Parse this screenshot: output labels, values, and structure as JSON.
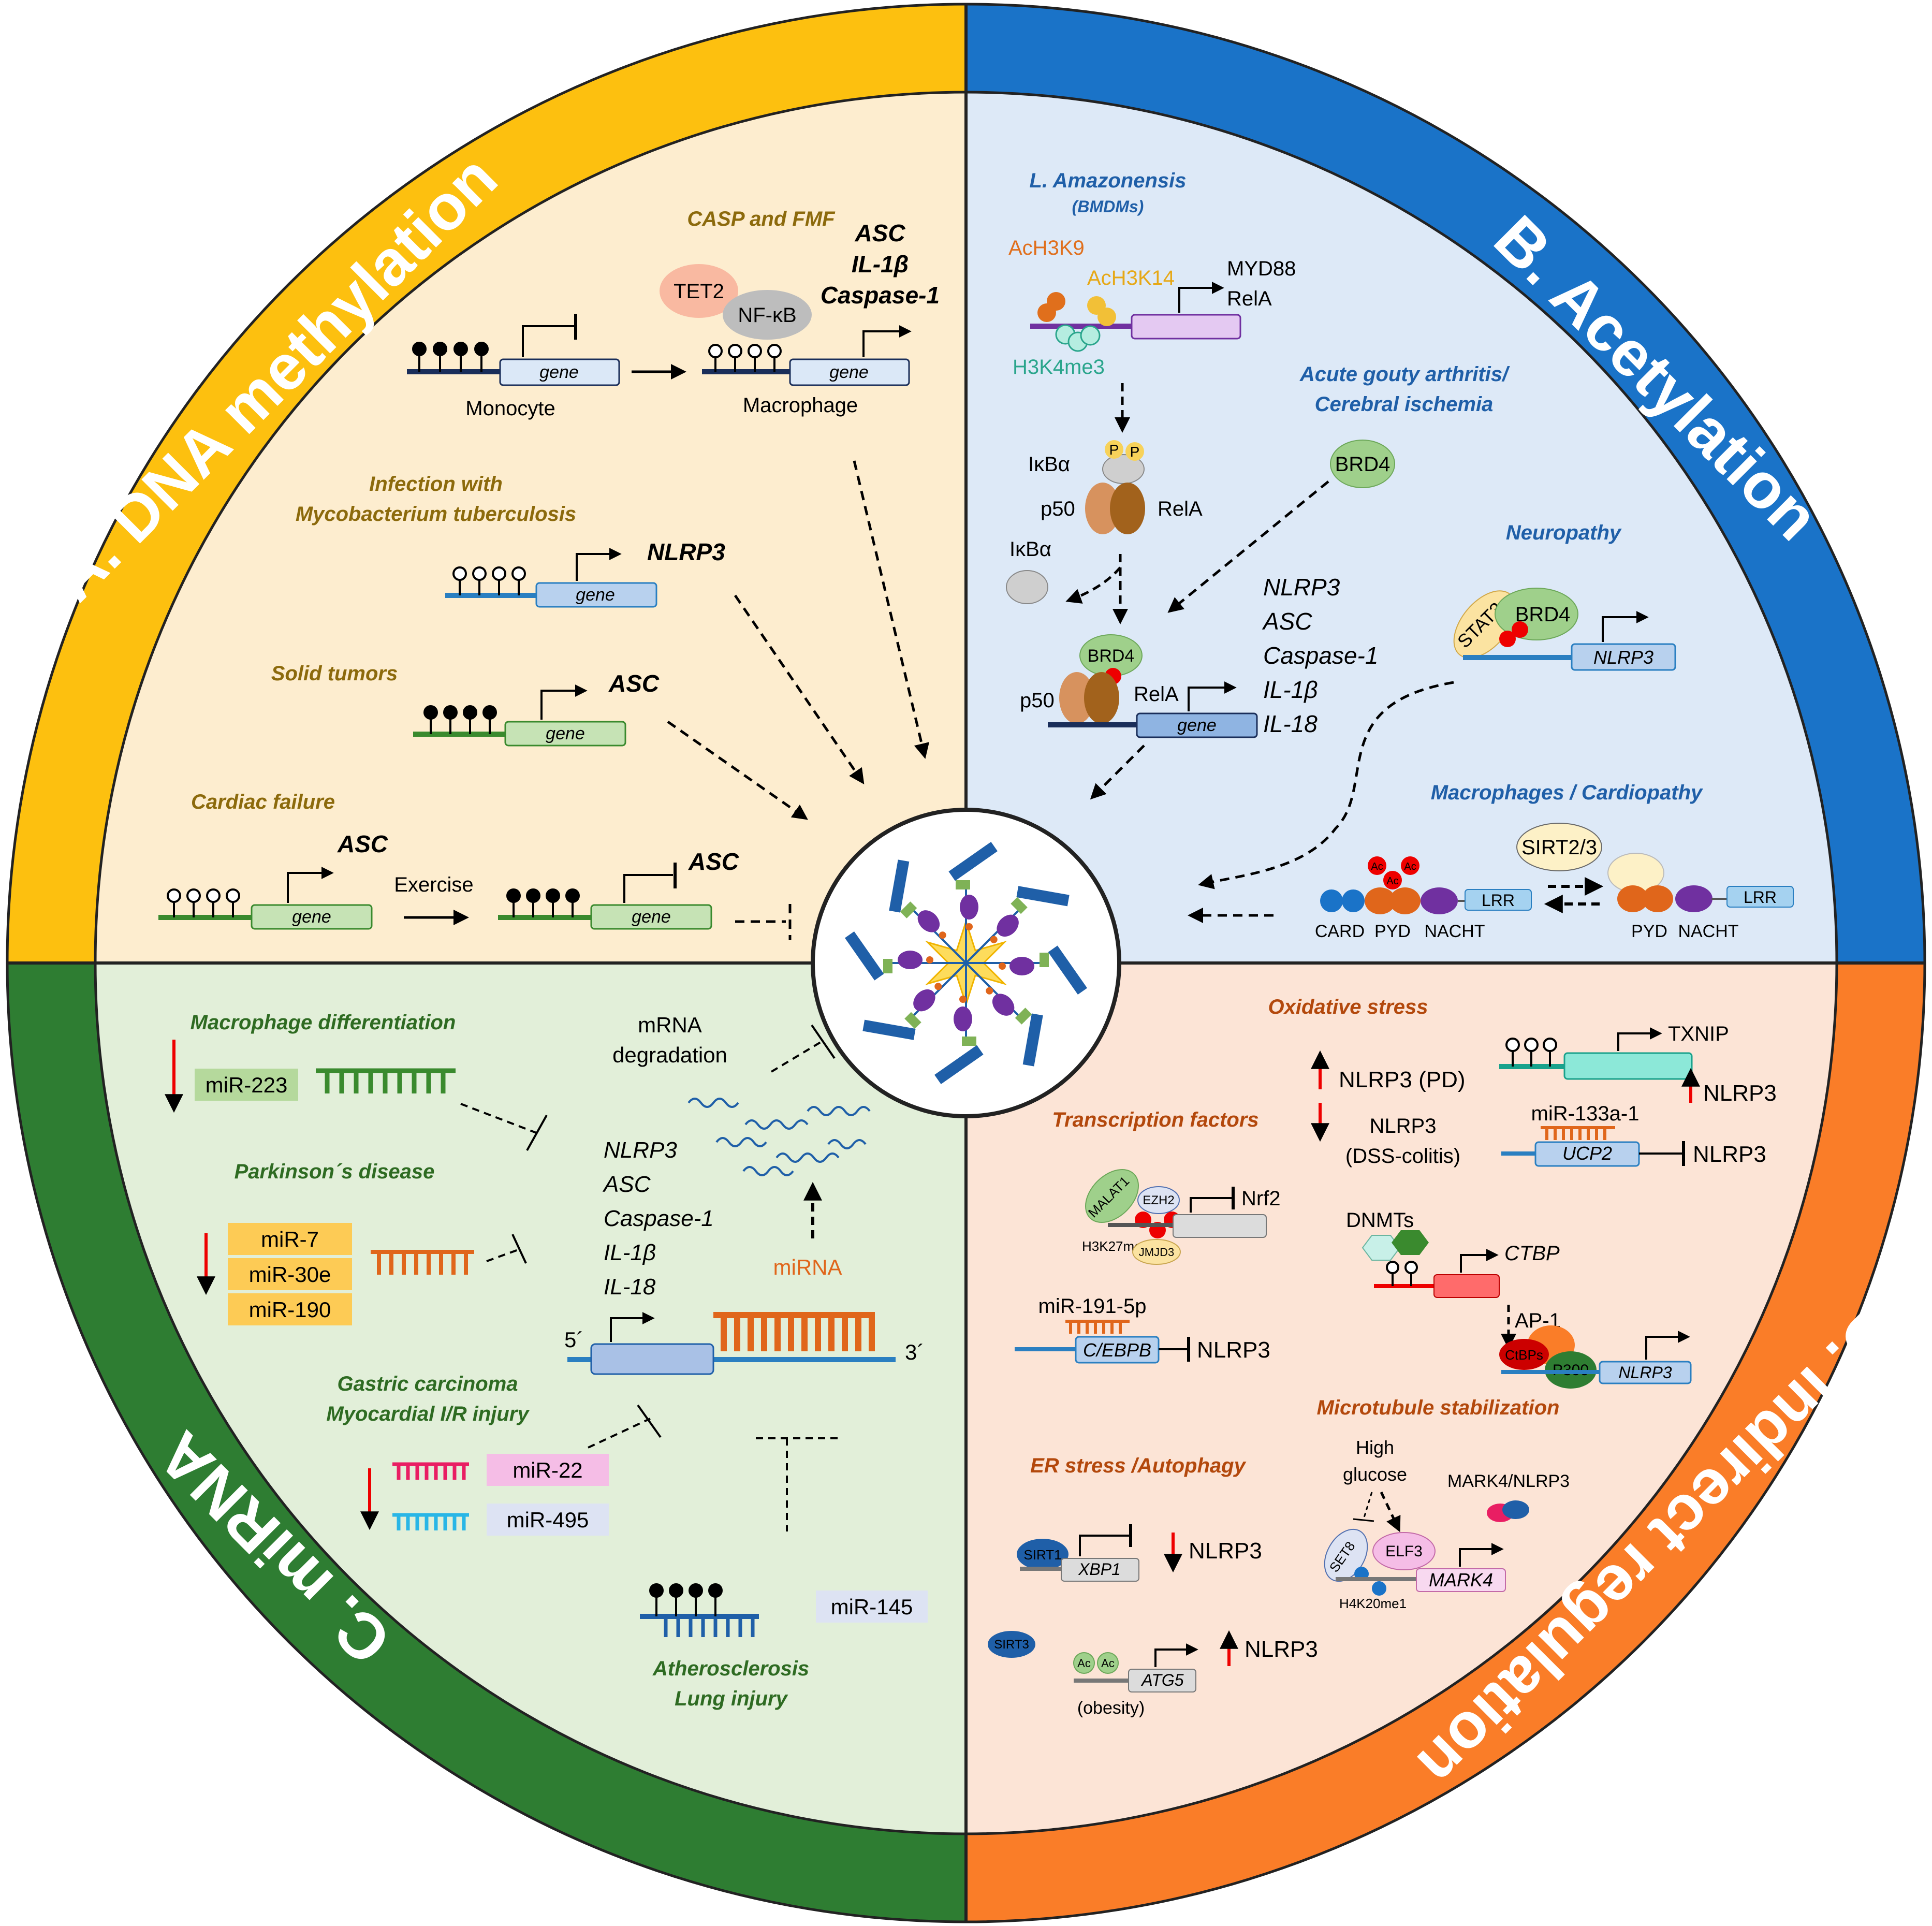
{
  "quadrants": {
    "a": {
      "title": "A. DNA methylation",
      "casp_fmf": "CASP and FMF",
      "tet2": "TET2",
      "nfkb": "NF-κB",
      "genes_top": [
        "ASC",
        "IL-1β",
        "Caspase-1"
      ],
      "monocyte": "Monocyte",
      "macrophage": "Macrophage",
      "gene_label": "gene",
      "infection": [
        "Infection with",
        "Mycobacterium tuberculosis"
      ],
      "nlrp3": "NLRP3",
      "solid_tumors": "Solid tumors",
      "asc": "ASC",
      "cardiac_failure": "Cardiac failure",
      "exercise": "Exercise"
    },
    "b": {
      "title": "B. Acetylation",
      "l_amaz": "L. Amazonensis",
      "bmdms": "(BMDMs)",
      "ach3k9": "AcH3K9",
      "ach3k14": "AcH3K14",
      "myd88": "MYD88",
      "rela": "RelA",
      "h3k4me3": "H3K4me3",
      "acute_gout": [
        "Acute gouty arthritis/",
        "Cerebral ischemia"
      ],
      "brd4": "BRD4",
      "ikba": "IκBα",
      "p": "P",
      "p50": "p50",
      "neuropathy": "Neuropathy",
      "stat3": "STAT3",
      "ac": "Ac",
      "nlrp3": "NLRP3",
      "gene_label": "gene",
      "targets": [
        "NLRP3",
        "ASC",
        "Caspase-1",
        "IL-1β",
        "IL-18"
      ],
      "macro_cardio": "Macrophages / Cardiopathy",
      "sirt23": "SIRT2/3",
      "lrr": "LRR",
      "card": "CARD",
      "pyd": "PYD",
      "nacht": "NACHT"
    },
    "c": {
      "title": "C. miRNA",
      "macro_diff": "Macrophage differentiation",
      "mir223": "miR-223",
      "mrna_deg": [
        "mRNA",
        "degradation"
      ],
      "parkinson": "Parkinson´s  disease",
      "mir7": "miR-7",
      "mir30e": "miR-30e",
      "mir190": "miR-190",
      "targets": [
        "NLRP3",
        "ASC",
        "Caspase-1",
        "IL-1β",
        "IL-18"
      ],
      "mirna": "miRNA",
      "five": "5´",
      "three": "3´",
      "gastric": [
        "Gastric carcinoma",
        "Myocardial I/R injury"
      ],
      "mir22": "miR-22",
      "mir495": "miR-495",
      "mir145": "miR-145",
      "athero": [
        "Atherosclerosis",
        "Lung injury"
      ]
    },
    "d": {
      "title": "D. Indirect regulation",
      "oxidative": "Oxidative stress",
      "nlrp3_pd": "NLRP3  (PD)",
      "nlrp3": "NLRP3",
      "dss": "(DSS-colitis)",
      "txnip": "TXNIP",
      "mir133": "miR-133a-1",
      "ucp2": "UCP2",
      "tf": "Transcription factors",
      "malat1": "MALAT1",
      "ezh2": "EZH2",
      "nrf2": "Nrf2",
      "h3k27me3": "H3K27me3",
      "jmjd3": "JMJD3",
      "dnmts": "DNMTs",
      "ctbp": "CTBP",
      "ap1": "AP-1",
      "ctbp_prot": "CtBPs",
      "p300": "P300",
      "mir191": "miR-191-5p",
      "cebpb": "C/EBPB",
      "microtubule": "Microtubule stabilization",
      "high_glucose": [
        "High",
        "glucose"
      ],
      "mark4_nlrp3": "MARK4/NLRP3",
      "er_stress": "ER stress /Autophagy",
      "sirt1": "SIRT1",
      "xbp1": "XBP1",
      "set8": "SET8",
      "elf3": "ELF3",
      "mark4": "MARK4",
      "h4k20me1": "H4K20me1",
      "sirt3": "SIRT3",
      "ac": "Ac",
      "atg5": "ATG5",
      "obesity": "(obesity)"
    }
  },
  "colors": {
    "a_ring": "#fdc00f",
    "a_fill": "#fdedcf",
    "b_ring": "#1a73c8",
    "b_fill": "#dde9f7",
    "c_ring": "#2e7d32",
    "c_fill": "#e2efd9",
    "d_ring": "#fa7d28",
    "d_fill": "#fce4d6",
    "a_text": "#8c6a0c",
    "b_text": "#1f5fa8",
    "c_text": "#2e6b22",
    "d_text": "#b3480c"
  }
}
